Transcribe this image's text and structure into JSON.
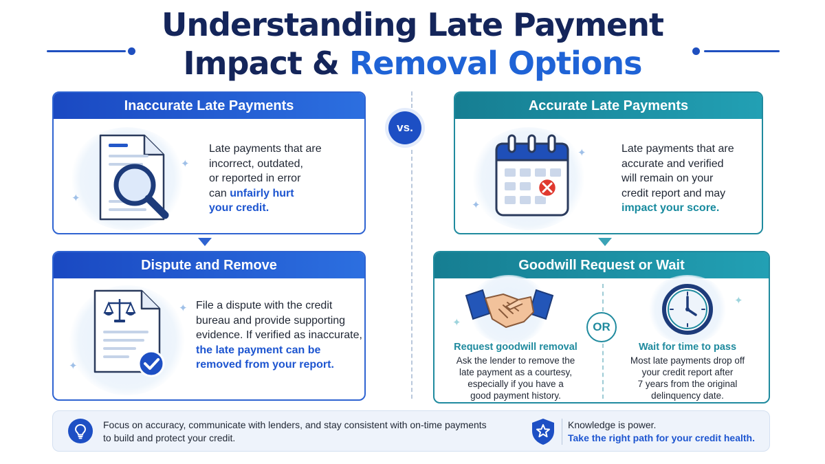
{
  "title": {
    "line1": "Understanding Late Payment",
    "line2_plain": "Impact & ",
    "line2_accent": "Removal Options"
  },
  "vs_label": "vs.",
  "or_label": "OR",
  "colors": {
    "navy": "#14255a",
    "blue_accent": "#1f63d6",
    "teal_accent": "#1f8a9e",
    "footer_bg": "#eef3fb"
  },
  "cards": {
    "inaccurate": {
      "header": "Inaccurate Late Payments",
      "icon": "document-magnifier-icon",
      "text_lines": [
        "Late payments that are",
        "incorrect, outdated,",
        "or reported in error",
        "can "
      ],
      "emphasis_inline": "unfairly hurt",
      "emphasis_line": "your credit."
    },
    "accurate": {
      "header": "Accurate Late Payments",
      "icon": "calendar-missed-icon",
      "text_lines": [
        "Late payments that are",
        "accurate and verified",
        "will remain on your",
        "credit report and may"
      ],
      "emphasis_line": "impact your score."
    },
    "dispute": {
      "header": "Dispute and Remove",
      "icon": "legal-document-check-icon",
      "text_lines": [
        "File a dispute with the credit",
        "bureau and provide supporting",
        "evidence. If verified as inaccurate,"
      ],
      "emphasis_lines": [
        "the late payment can be",
        "removed from your report."
      ]
    },
    "goodwill": {
      "header": "Goodwill Request or Wait",
      "options": [
        {
          "icon": "handshake-icon",
          "title": "Request goodwill removal",
          "desc_lines": [
            "Ask the lender to remove the",
            "late payment as a courtesy,",
            "especially if you have a",
            "good payment history."
          ]
        },
        {
          "icon": "clock-icon",
          "title": "Wait for time to pass",
          "desc_lines": [
            "Most late payments drop off",
            "your credit report after",
            "7 years from the original",
            "delinquency date."
          ]
        }
      ]
    }
  },
  "footer": {
    "left_icon": "lightbulb-icon",
    "left_lines": [
      "Focus on accuracy, communicate with lenders, and stay consistent with on-time payments",
      "to build and protect your credit."
    ],
    "right_icon": "shield-star-icon",
    "right_line1": "Knowledge is power.",
    "right_line2": "Take the right path for your credit health."
  }
}
